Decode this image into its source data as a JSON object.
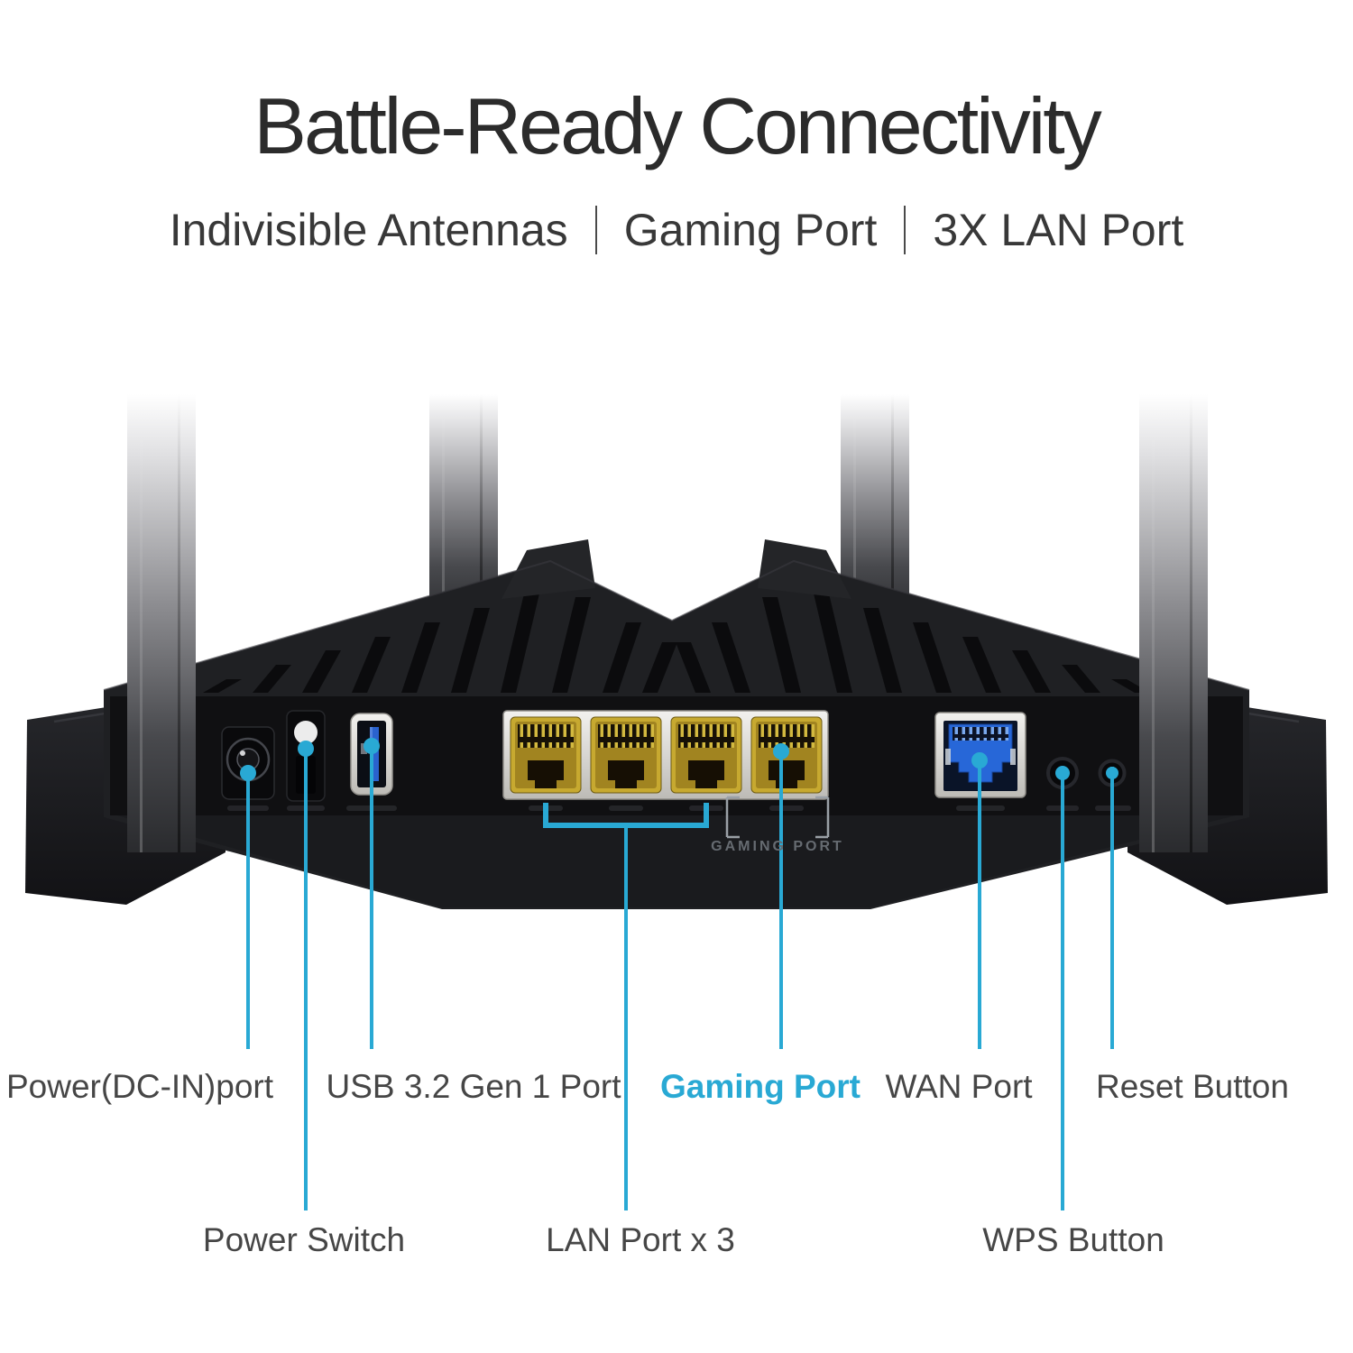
{
  "header": {
    "title": "Battle-Ready Connectivity",
    "subtitle_items": [
      "Indivisible Antennas",
      "Gaming Port",
      "3X LAN Port"
    ]
  },
  "device": {
    "description": "rear view of gaming wifi router with four antennas",
    "gaming_port_label": "GAMING PORT"
  },
  "callouts": {
    "power_dc": {
      "label": "Power(DC-IN)port"
    },
    "usb": {
      "label": "USB 3.2 Gen 1 Port"
    },
    "gaming": {
      "label": "Gaming Port"
    },
    "wan": {
      "label": "WAN Port"
    },
    "reset": {
      "label": "Reset Button"
    },
    "power_switch": {
      "label": "Power Switch"
    },
    "lan": {
      "label": "LAN Port x 3"
    },
    "wps": {
      "label": "WPS Button"
    }
  },
  "colors": {
    "accent_cyan": "#29a9d4",
    "title_text": "#2b2b2b",
    "label_text": "#464646",
    "router_body": "#1d1e21",
    "lan_port_gold": "#c7a930",
    "wan_port_blue": "#2767d8",
    "background": "#ffffff"
  }
}
